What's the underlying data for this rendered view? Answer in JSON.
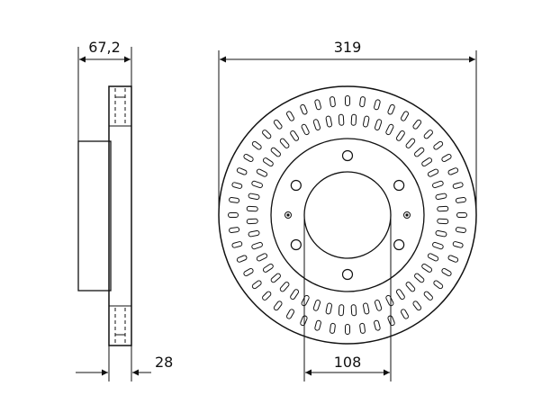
{
  "dimensions": {
    "overall_width": "67,2",
    "disc_thickness": "28",
    "outer_diameter": "319",
    "center_bore": "108"
  },
  "features": {
    "vent_slots_per_ring": 48,
    "bolt_holes": 6,
    "pin_holes": 2
  },
  "colors": {
    "line": "#111111",
    "background": "#ffffff"
  }
}
